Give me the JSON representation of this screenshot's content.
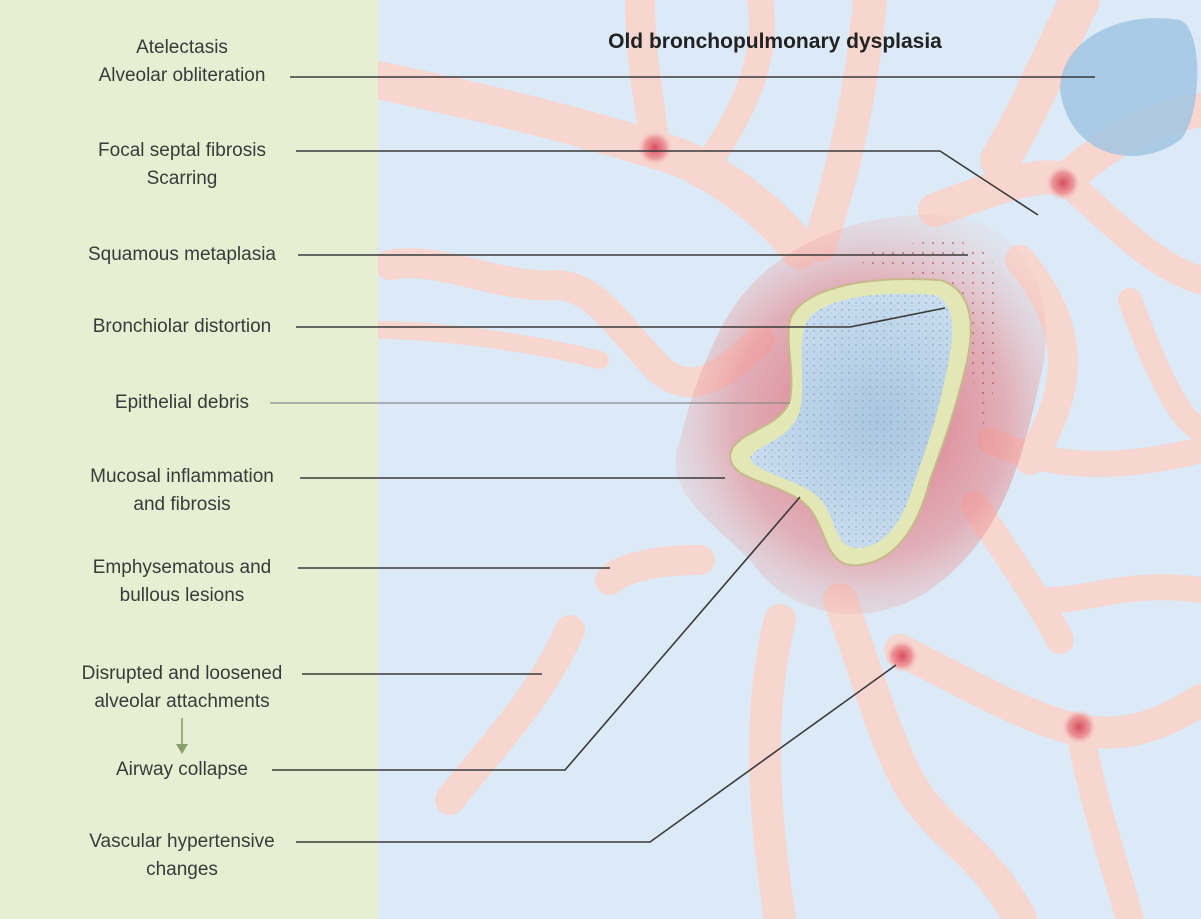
{
  "title": "Old bronchopulmonary dysplasia",
  "labels": [
    {
      "id": "atelectasis",
      "lines": [
        "Atelectasis",
        "Alveolar obliteration"
      ]
    },
    {
      "id": "focal-septal-fibrosis",
      "lines": [
        "Focal septal fibrosis",
        "Scarring"
      ]
    },
    {
      "id": "squamous-metaplasia",
      "lines": [
        "Squamous metaplasia"
      ]
    },
    {
      "id": "bronchiolar-distortion",
      "lines": [
        "Bronchiolar distortion"
      ]
    },
    {
      "id": "epithelial-debris",
      "lines": [
        "Epithelial debris"
      ]
    },
    {
      "id": "mucosal-inflammation",
      "lines": [
        "Mucosal inflammation",
        "and fibrosis"
      ]
    },
    {
      "id": "emphysematous-lesions",
      "lines": [
        "Emphysematous and",
        "bullous lesions"
      ]
    },
    {
      "id": "disrupted-attachments",
      "lines": [
        "Disrupted and loosened",
        "alveolar attachments"
      ]
    },
    {
      "id": "airway-collapse",
      "lines": [
        "Airway collapse"
      ]
    },
    {
      "id": "vascular-hypertensive",
      "lines": [
        "Vascular hypertensive",
        "changes"
      ]
    }
  ],
  "colors": {
    "left_panel": "#e7efd3",
    "alveolar_space": "#dbeaf6",
    "tissue": "#f6d6cf",
    "inflammation": "#e07d7d",
    "lumen": "#c7dcee",
    "leader_line": "#3a3a3a"
  }
}
